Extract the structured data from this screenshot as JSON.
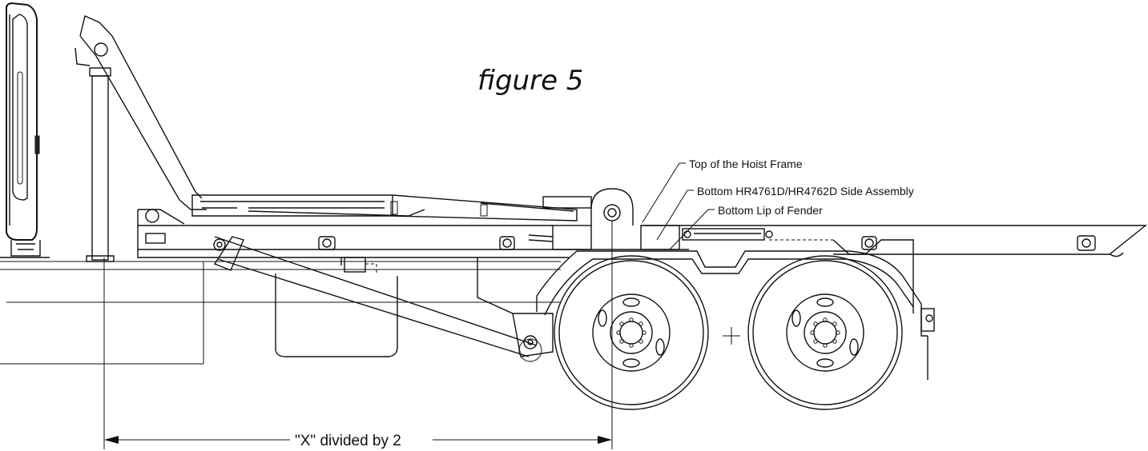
{
  "figure": {
    "title": "figure 5"
  },
  "callouts": [
    {
      "id": "hoist-frame",
      "text": "Top of the Hoist Frame"
    },
    {
      "id": "side-assembly",
      "text": "Bottom HR4761D/HR4762D Side Assembly"
    },
    {
      "id": "fender-lip",
      "text": "Bottom Lip of Fender"
    }
  ],
  "dimension": {
    "label": "\"X\" divided by 2"
  }
}
